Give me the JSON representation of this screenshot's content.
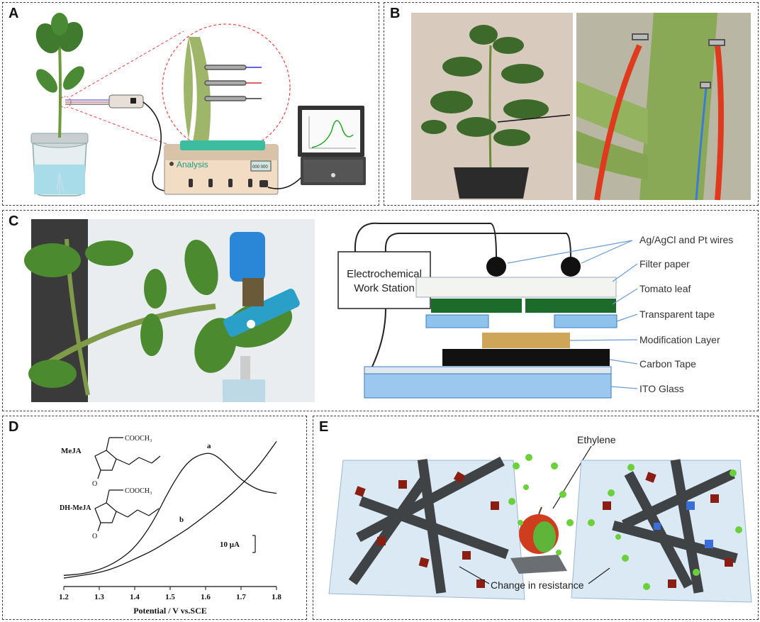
{
  "panels": {
    "a": {
      "label": "A",
      "device_label": "Analysis",
      "display_readout": "000 000"
    },
    "b": {
      "label": "B"
    },
    "c": {
      "label": "C",
      "station_label_line1": "Electrochemical",
      "station_label_line2": "Work Station",
      "layers": [
        "Ag/AgCl and Pt wires",
        "Filter paper",
        "Tomato leaf",
        "Transparent tape",
        "Modification Layer",
        "Carbon Tape",
        "ITO Glass"
      ]
    },
    "d": {
      "label": "D",
      "mol1_name": "MeJA",
      "mol2_name": "DH-MeJA",
      "mol1_group": "COOCH₃",
      "mol2_group": "COOCH₃",
      "oxygen": "O",
      "scale_bar_label": "10 μA"
    },
    "e": {
      "label": "E",
      "ethylene_label": "Ethylene",
      "change_label": "Change in resistance"
    }
  },
  "chart_data": {
    "type": "line",
    "title": "",
    "xlabel": "Potential / V vs.SCE",
    "ylabel": "",
    "xlim": [
      1.2,
      1.8
    ],
    "x_ticks": [
      "1.2",
      "1.3",
      "1.4",
      "1.5",
      "1.6",
      "1.7",
      "1.8"
    ],
    "series": [
      {
        "name": "a",
        "x": [
          1.2,
          1.25,
          1.3,
          1.35,
          1.4,
          1.45,
          1.5,
          1.55,
          1.6,
          1.63,
          1.67,
          1.7,
          1.75,
          1.8
        ],
        "y": [
          2,
          2.5,
          4,
          7,
          12,
          21,
          34,
          44,
          47,
          46,
          41,
          37,
          33,
          32
        ]
      },
      {
        "name": "b",
        "x": [
          1.2,
          1.25,
          1.3,
          1.35,
          1.4,
          1.45,
          1.5,
          1.55,
          1.6,
          1.65,
          1.7,
          1.75,
          1.8
        ],
        "y": [
          1,
          2,
          3,
          5,
          8,
          11,
          15,
          19,
          24,
          29,
          35,
          42,
          51
        ]
      }
    ]
  }
}
